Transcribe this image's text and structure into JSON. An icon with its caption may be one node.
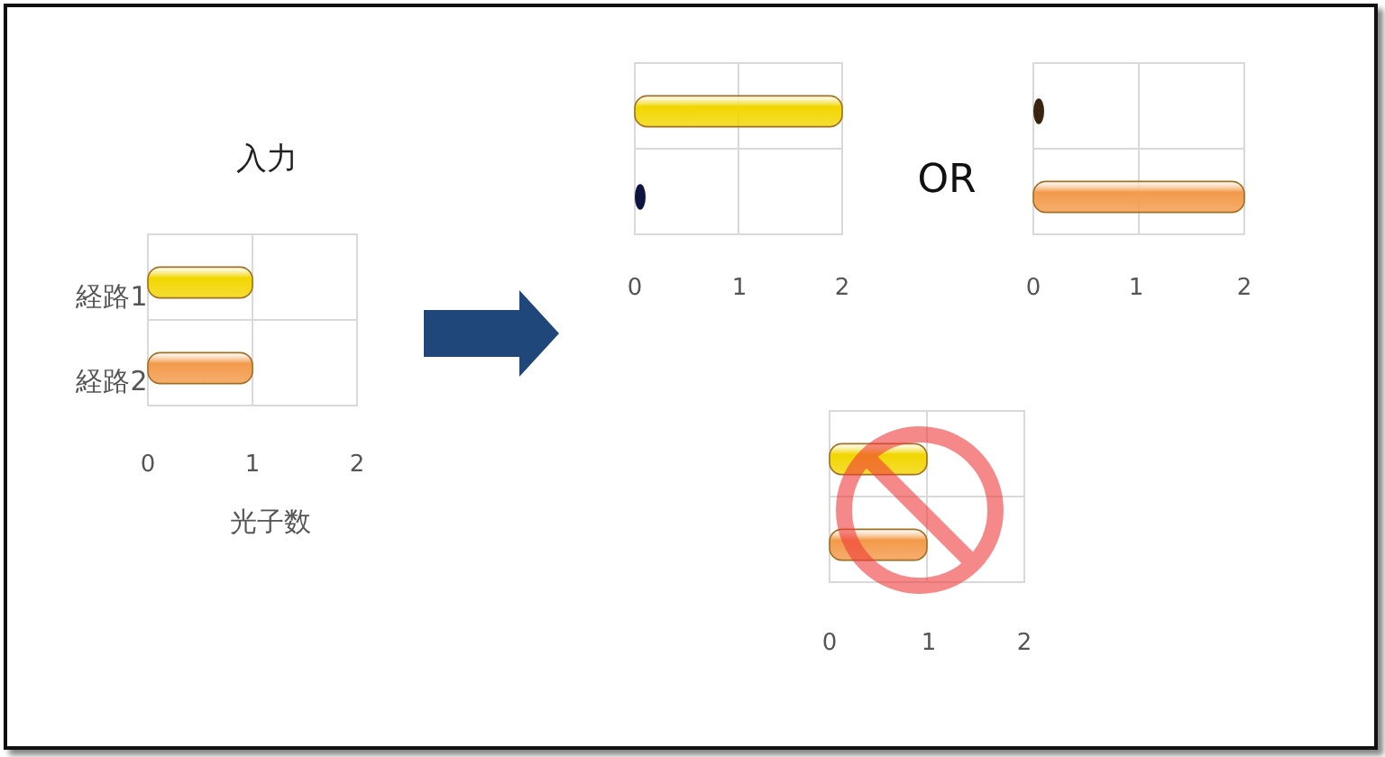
{
  "diagram": {
    "nodes": [
      {
        "text": [],
        "shape": "picture"
      },
      {
        "text": [],
        "shape": "picture"
      }
    ],
    "edges": [
      {
        "from": 0,
        "to": 1,
        "arrow": "to"
      }
    ],
    "labels": [
      "0",
      "1",
      "2",
      "OR",
      "0",
      "1",
      "2",
      "0",
      "1",
      "2"
    ],
    "chart_data": {
      "type": "bar",
      "orientation": "horizontal",
      "title": "入力",
      "xlabel": "光子数",
      "categories": [
        "経路1",
        "経路2"
      ],
      "values": [
        1,
        1
      ],
      "xticks": [
        0,
        1,
        2
      ],
      "xlim": [
        0,
        2
      ]
    }
  }
}
